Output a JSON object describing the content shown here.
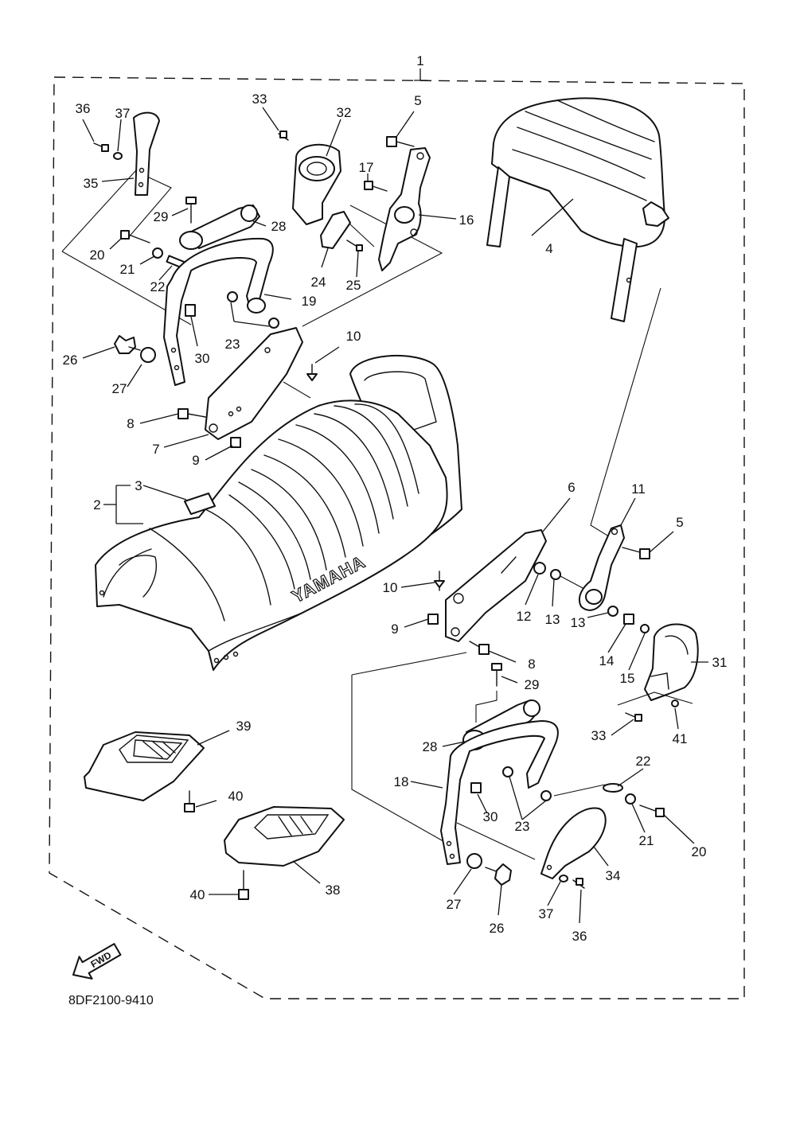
{
  "diagram": {
    "assembly_number": "1",
    "brand_text": "YAMAHA",
    "direction_label": "FWD",
    "drawing_code": "8DF2100-9410",
    "callouts": [
      "1",
      "2",
      "3",
      "4",
      "5",
      "5",
      "6",
      "7",
      "8",
      "8",
      "9",
      "9",
      "10",
      "10",
      "11",
      "12",
      "13",
      "13",
      "14",
      "15",
      "16",
      "17",
      "18",
      "19",
      "20",
      "20",
      "21",
      "21",
      "22",
      "22",
      "23",
      "23",
      "24",
      "25",
      "26",
      "26",
      "27",
      "27",
      "28",
      "28",
      "29",
      "29",
      "30",
      "30",
      "31",
      "32",
      "33",
      "33",
      "34",
      "35",
      "36",
      "36",
      "37",
      "37",
      "38",
      "39",
      "40",
      "40",
      "41"
    ]
  }
}
